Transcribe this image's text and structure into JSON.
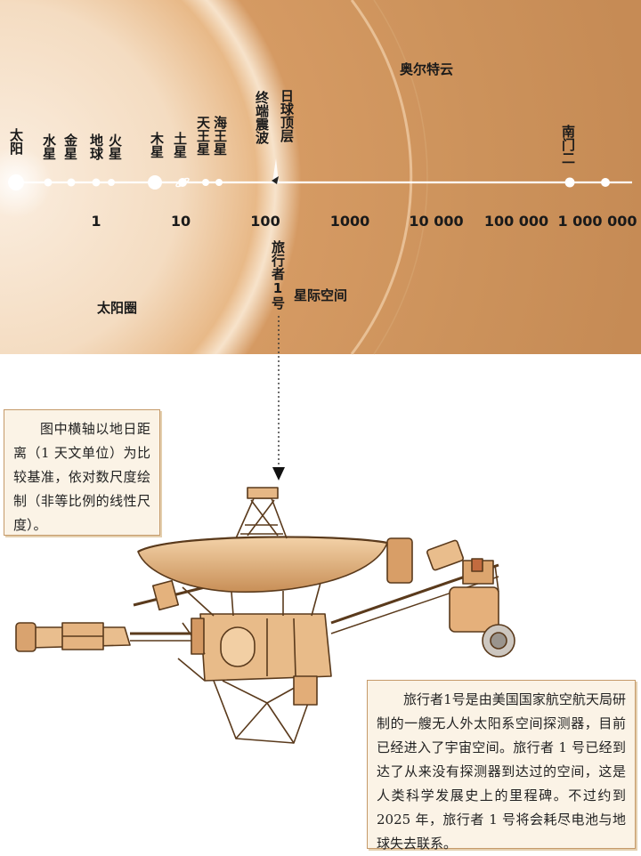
{
  "diagram": {
    "planets": [
      {
        "id": "sun",
        "label": "太阳"
      },
      {
        "id": "mercury",
        "label": "水星"
      },
      {
        "id": "venus",
        "label": "金星"
      },
      {
        "id": "earth",
        "label": "地球"
      },
      {
        "id": "mars",
        "label": "火星"
      },
      {
        "id": "jupiter",
        "label": "木星"
      },
      {
        "id": "saturn",
        "label": "土星"
      },
      {
        "id": "uranus",
        "label": "天王星"
      },
      {
        "id": "neptune",
        "label": "海王星"
      }
    ],
    "boundaries": {
      "termination_shock": "终端震波",
      "heliopause": "日球顶层",
      "voyager": "旅行者1号",
      "alpha_centauri": "南门二"
    },
    "regions": {
      "oort_cloud": "奥尔特云",
      "heliosphere": "太阳圈",
      "interstellar": "星际空间"
    },
    "axis_ticks": [
      "1",
      "10",
      "100",
      "1000",
      "10 000",
      "100 000",
      "1 000 000"
    ],
    "colors": {
      "orange_dark": "#c98d55",
      "orange_light": "#f3dcc2",
      "axis": "#ffffff"
    }
  },
  "notes": {
    "axis_note": "图中横轴以地日距离（1 天文单位）为比较基准，依对数尺度绘制（非等比例的线性尺度）。",
    "voyager_note": "旅行者1号是由美国国家航空航天局研制的一艘无人外太阳系空间探测器，目前已经进入了宇宙空间。旅行者 1 号已经到达了从来没有探测器到达过的空间，这是人类科学发展史上的里程碑。不过约到 2025 年，旅行者 1 号将会耗尽电池与地球失去联系。"
  },
  "illustration": {
    "spacecraft": "voyager-spacecraft-illustration"
  }
}
